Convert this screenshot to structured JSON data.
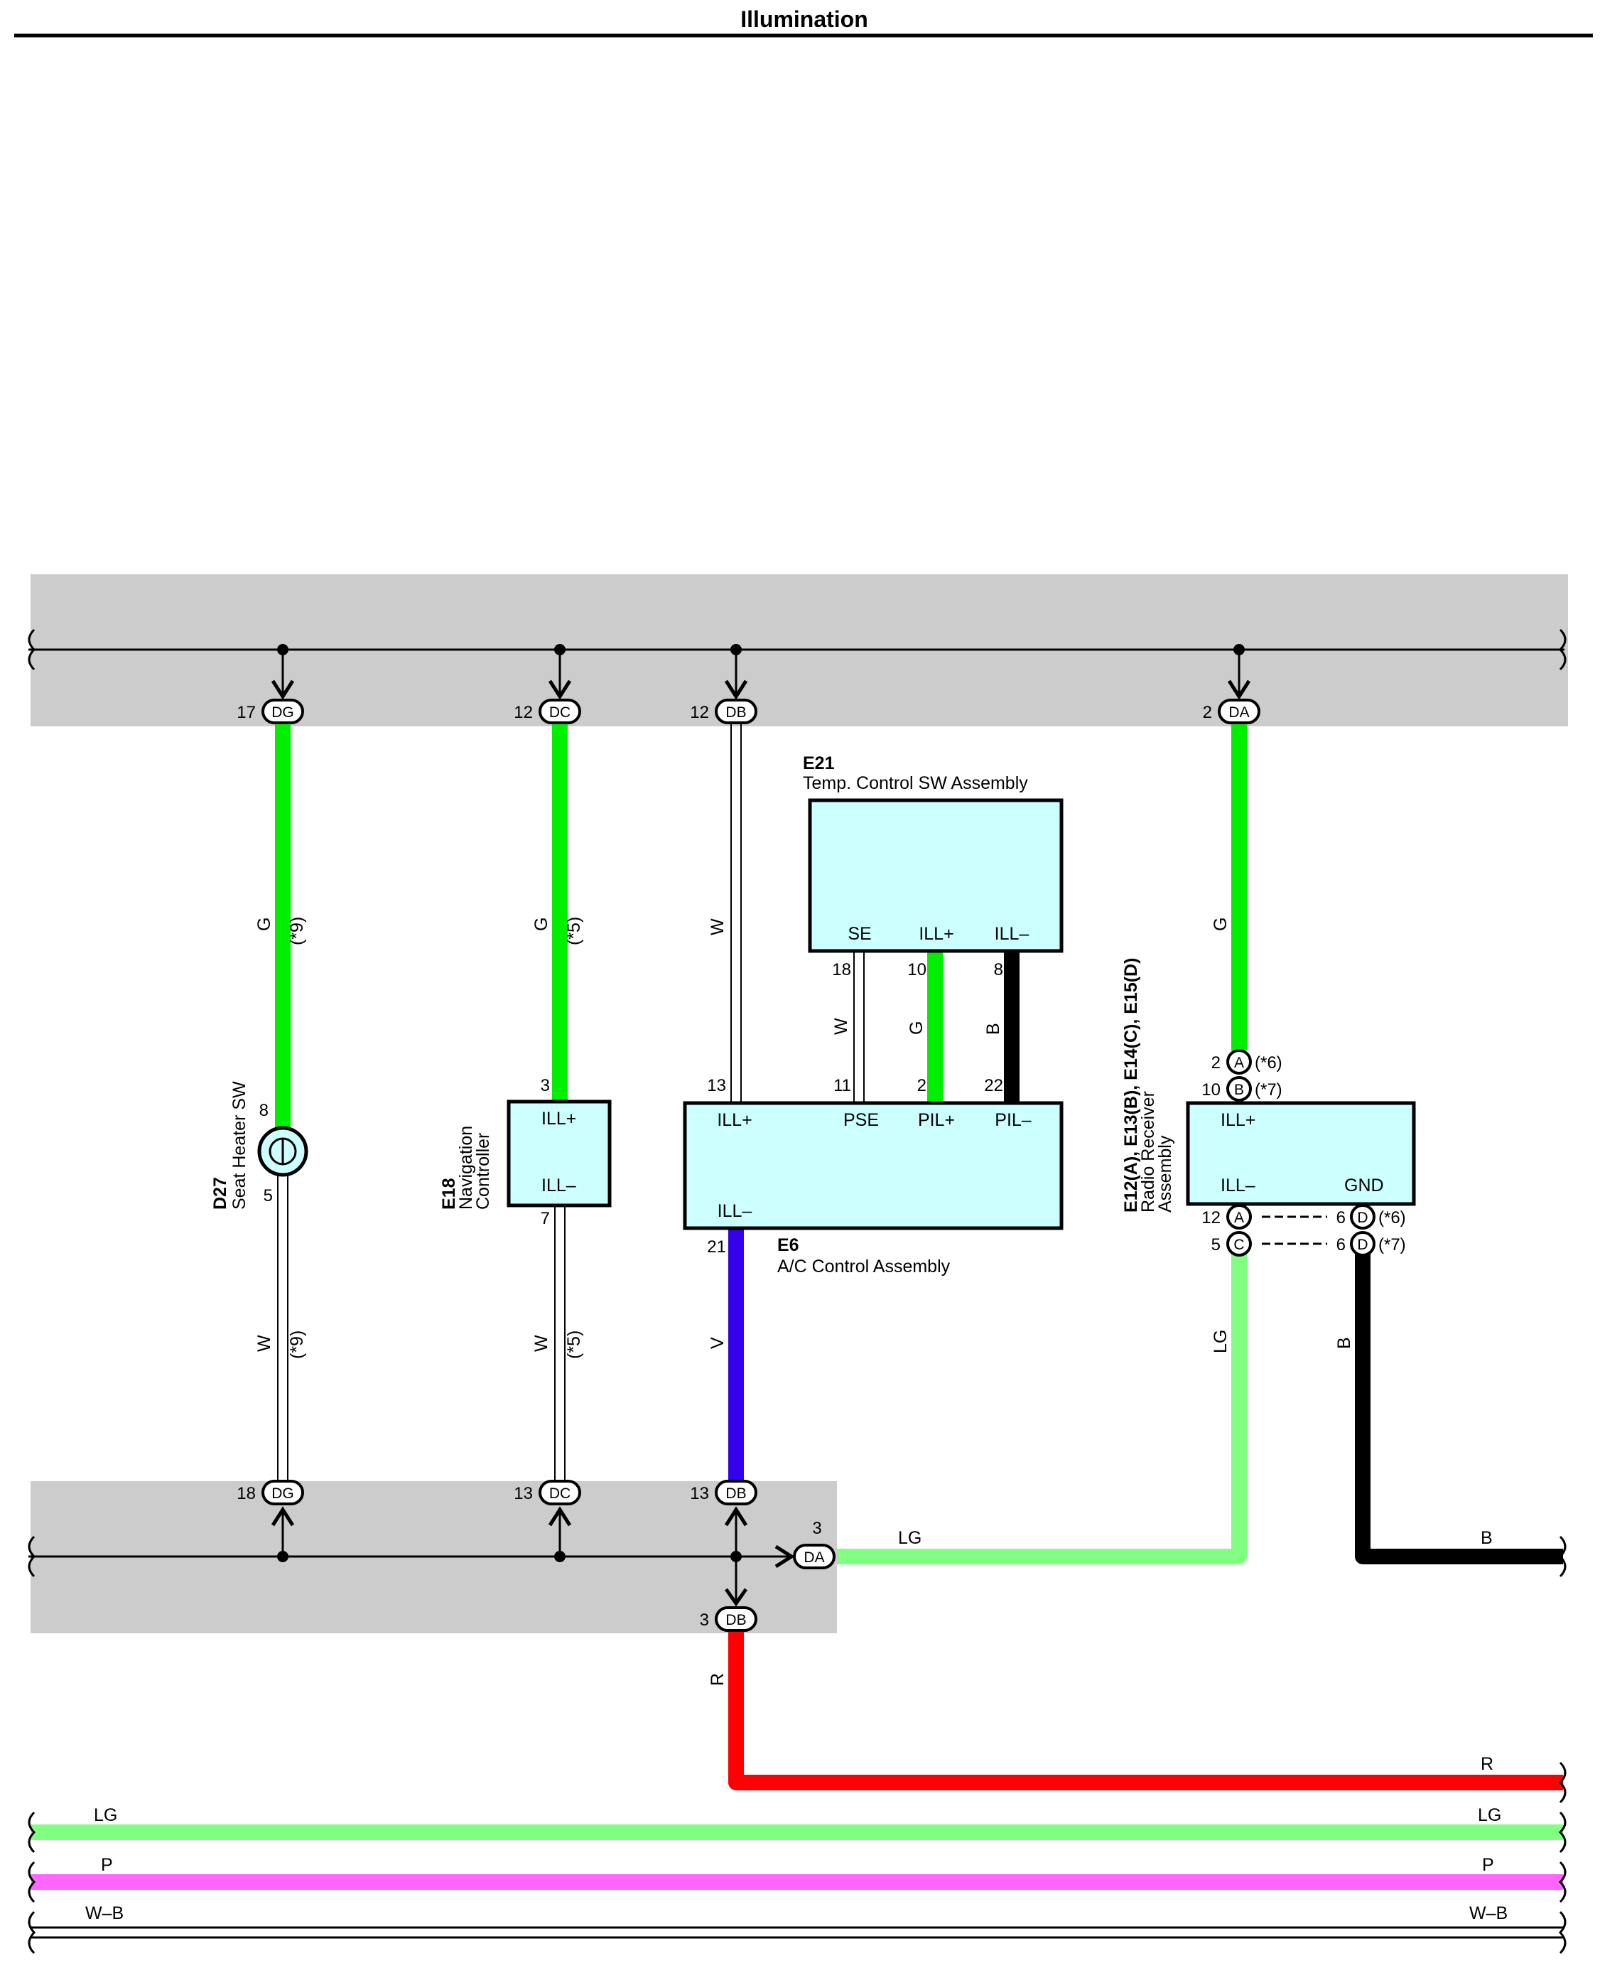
{
  "title": "Illumination",
  "colors": {
    "G": "#00ee00",
    "LG": "#80ff80",
    "W": "#ffffff",
    "B": "#000000",
    "V": "#3300ee",
    "R": "#ff0000",
    "P": "#ff66ff",
    "junction_block": "#cccccc",
    "component_fill": "#ccffff"
  },
  "top_junction": {
    "connectors": [
      {
        "pin": "17",
        "id": "DG"
      },
      {
        "pin": "12",
        "id": "DC"
      },
      {
        "pin": "12",
        "id": "DB"
      },
      {
        "pin": "2",
        "id": "DA"
      }
    ]
  },
  "bottom_junction": {
    "connectors": [
      {
        "pin": "18",
        "id": "DG"
      },
      {
        "pin": "13",
        "id": "DC"
      },
      {
        "pin": "13",
        "id": "DB"
      },
      {
        "pin": "3",
        "id": "DA"
      },
      {
        "pin": "3",
        "id": "DB"
      }
    ]
  },
  "components": {
    "d27": {
      "code": "D27",
      "name": "Seat Heater SW",
      "pin_top": "8",
      "pin_bottom": "5"
    },
    "e18": {
      "code": "E18",
      "name_line1": "Navigation",
      "name_line2": "Controller",
      "term_top": "ILL+",
      "term_bottom": "ILL–",
      "pin_top": "3",
      "pin_bottom": "7"
    },
    "e21": {
      "code": "E21",
      "name": "Temp.  Control SW Assembly",
      "terms": [
        "SE",
        "ILL+",
        "ILL–"
      ],
      "pins": [
        "18",
        "10",
        "8"
      ]
    },
    "e6": {
      "code": "E6",
      "name": "A/C Control Assembly",
      "terms_top": [
        "ILL+",
        "PSE",
        "PIL+",
        "PIL–"
      ],
      "pins_top": [
        "13",
        "11",
        "2",
        "22"
      ],
      "term_bottom": "ILL–",
      "pin_bottom": "21"
    },
    "radio": {
      "codes": "E12(A), E13(B), E14(C), E15(D)",
      "name_line1": "Radio Receiver",
      "name_line2": "Assembly",
      "term_top": "ILL+",
      "term_bottom_left": "ILL–",
      "term_bottom_right": "GND",
      "conn_top": [
        {
          "pin": "2",
          "id": "A",
          "note": "(*6)"
        },
        {
          "pin": "10",
          "id": "B",
          "note": "(*7)"
        }
      ],
      "conn_bottom_left": [
        {
          "pin": "12",
          "id": "A"
        },
        {
          "pin": "5",
          "id": "C"
        }
      ],
      "conn_bottom_right": [
        {
          "pin": "6",
          "id": "D",
          "note": "(*6)"
        },
        {
          "pin": "6",
          "id": "D",
          "note": "(*7)"
        }
      ]
    }
  },
  "wire_labels": {
    "dg_upper": "G",
    "dg_upper_note": "(*9)",
    "dc_upper": "G",
    "dc_upper_note": "(*5)",
    "db_upper": "W",
    "da_upper": "G",
    "dg_lower": "W",
    "dg_lower_note": "(*9)",
    "dc_lower": "W",
    "dc_lower_note": "(*5)",
    "db_lower": "V",
    "radio_lower": "LG",
    "gnd_lower": "B",
    "e21_se": "W",
    "e21_ill_plus": "G",
    "e21_ill_minus": "B",
    "da_out": "LG",
    "gnd_out": "B",
    "db_red": "R",
    "red_out": "R"
  },
  "bus_lines": [
    {
      "left": "LG",
      "right": "LG"
    },
    {
      "left": "P",
      "right": "P"
    },
    {
      "left": "W–B",
      "right": "W–B"
    }
  ]
}
